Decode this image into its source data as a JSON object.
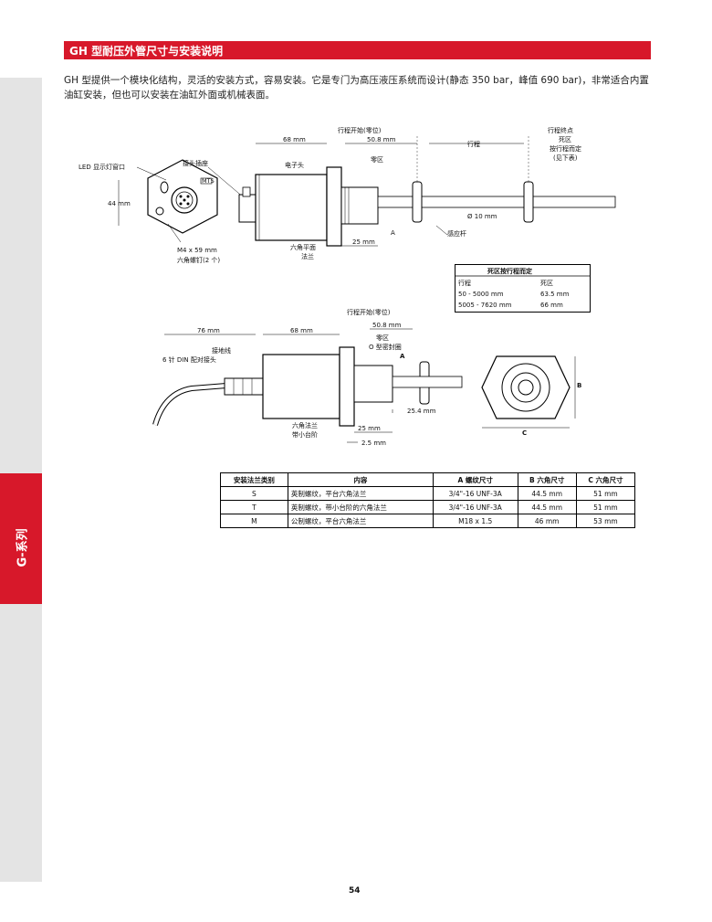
{
  "side": {
    "tab_label": "G-系列"
  },
  "header": {
    "title": "GH 型耐压外管尺寸与安装说明"
  },
  "intro": {
    "text": "GH 型提供一个模块化结构，灵活的安装方式，容易安装。它是专门为高压液压系统而设计(静态 350 bar，峰值 690 bar)，非常适合内置油缸安装，但也可以安装在油缸外面或机械表面。"
  },
  "diagram1": {
    "led_window": "LED 显示灯窗口",
    "connector_socket": "接头插座",
    "electronic_head": "电子头",
    "dim_44": "44 mm",
    "dim_68": "68 mm",
    "dim_50_8": "50.8 mm",
    "stroke_start": "行程开始(零位)",
    "stroke": "行程",
    "stroke_end": "行程终点",
    "dead_zone": "死区",
    "dead_zone_note": "按行程而定",
    "see_table": "(见下表)",
    "null_zone": "零区",
    "rod_dia": "Ø 10 mm",
    "sensing_rod": "感应杆",
    "label_a": "A",
    "dim_25": "25 mm",
    "hex_flat_flange": "六角平面",
    "flange": "法兰",
    "screw_size": "M4 x 59 mm",
    "screw_desc": "六角螺钉(2 个)",
    "mts_logo": "MTS"
  },
  "dead_zone_table": {
    "title": "死区按行程而定",
    "headers": [
      "行程",
      "死区"
    ],
    "rows": [
      [
        "50 - 5000 mm",
        "63.5 mm"
      ],
      [
        "5005 - 7620 mm",
        "66 mm"
      ]
    ]
  },
  "diagram2": {
    "stroke_start": "行程开始(零位)",
    "dim_50_8": "50.8 mm",
    "null_zone": "零区",
    "o_ring": "O 型密封圈",
    "label_a": "A",
    "dim_76": "76 mm",
    "dim_68": "68 mm",
    "ground_wire": "接地线",
    "din_connector": "6 针 DIN 配对接头",
    "dim_25_4": "25.4 mm",
    "hex_flange": "六角法兰",
    "with_step": "带小台阶",
    "dim_25": "25 mm",
    "dim_2_5": "2.5 mm",
    "label_b": "B",
    "label_c": "C"
  },
  "flange_table": {
    "headers": [
      "安装法兰类别",
      "内容",
      "A 螺纹尺寸",
      "B 六角尺寸",
      "C 六角尺寸"
    ],
    "rows": [
      [
        "S",
        "英制螺纹，平台六角法兰",
        "3/4\"-16 UNF-3A",
        "44.5 mm",
        "51 mm"
      ],
      [
        "T",
        "英制螺纹，带小台阶的六角法兰",
        "3/4\"-16 UNF-3A",
        "44.5 mm",
        "51 mm"
      ],
      [
        "M",
        "公制螺纹，平台六角法兰",
        "M18 x 1.5",
        "46 mm",
        "53 mm"
      ]
    ]
  },
  "footer": {
    "page_number": "54"
  }
}
